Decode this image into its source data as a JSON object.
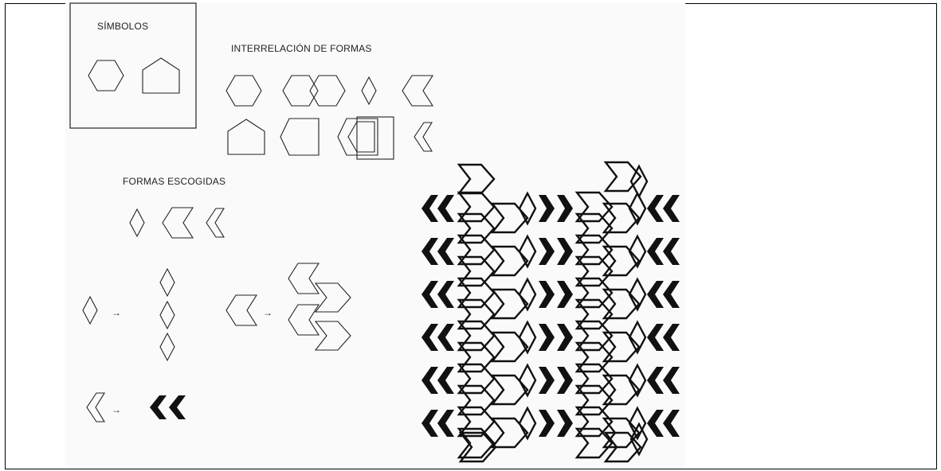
{
  "labels": {
    "simbolos": "SÍMBOLOS",
    "interrelacion": "INTERRELACIÓN DE FORMAS",
    "escogidas": "FORMAS ESCOGIDAS"
  },
  "arrow_glyph": "→",
  "colors": {
    "ink": "#222222",
    "pattern": "#111111",
    "paper": "#fafafa"
  }
}
